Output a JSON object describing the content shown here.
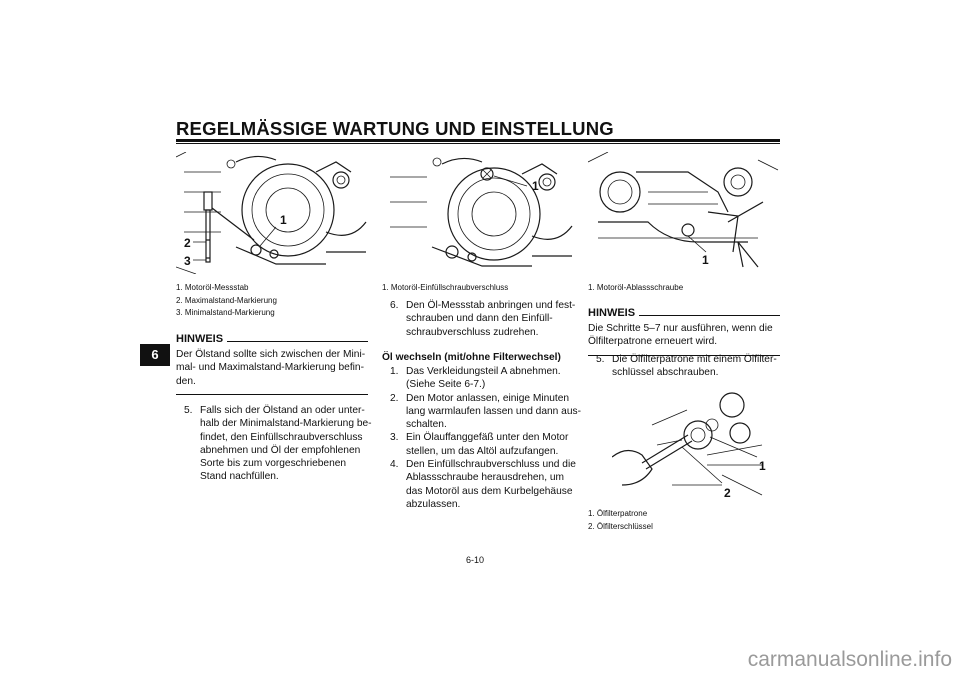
{
  "header": {
    "title": "REGELMÄSSIGE WARTUNG UND EINSTELLUNG"
  },
  "chapter_tab": "6",
  "page_number": "6-10",
  "watermark": "carmanualsonline.info",
  "col1": {
    "figure_labels": [
      "1",
      "2",
      "3"
    ],
    "captions": [
      "1.  Motoröl-Messstab",
      "2.  Maximalstand-Markierung",
      "3.  Minimalstand-Markierung"
    ],
    "hinweis_label": "HINWEIS",
    "hinweis_lines": [
      "Der Ölstand sollte sich zwischen der Mini-",
      "mal- und Maximalstand-Markierung befin-",
      "den."
    ],
    "step5": {
      "num": "5.",
      "lines": [
        "Falls sich der Ölstand an oder unter-",
        "halb der Minimalstand-Markierung be-",
        "findet, den Einfüllschraubverschluss",
        "abnehmen und Öl der empfohlenen",
        "Sorte bis zum vorgeschriebenen",
        "Stand nachfüllen."
      ]
    }
  },
  "col2": {
    "figure_label": "1",
    "captions": [
      "1.  Motoröl-Einfüllschraubverschluss"
    ],
    "step6": {
      "num": "6.",
      "lines": [
        "Den Öl-Messstab anbringen und fest-",
        "schrauben und dann den Einfüll-",
        "schraubverschluss zudrehen."
      ]
    },
    "section_title": "Öl wechseln (mit/ohne Filterwechsel)",
    "steps": [
      {
        "num": "1.",
        "lines": [
          "Das Verkleidungsteil A abnehmen.",
          "(Siehe Seite 6-7.)"
        ]
      },
      {
        "num": "2.",
        "lines": [
          "Den Motor anlassen, einige Minuten",
          "lang warmlaufen lassen und dann aus-",
          "schalten."
        ]
      },
      {
        "num": "3.",
        "lines": [
          "Ein Ölauffanggefäß unter den Motor",
          "stellen, um das Altöl aufzufangen."
        ]
      },
      {
        "num": "4.",
        "lines": [
          "Den Einfüllschraubverschluss und die",
          "Ablassschraube herausdrehen, um",
          "das Motoröl aus dem Kurbelgehäuse",
          "abzulassen."
        ]
      }
    ]
  },
  "col3": {
    "figure1_label": "1",
    "captions1": [
      "1.  Motoröl-Ablassschraube"
    ],
    "hinweis_label": "HINWEIS",
    "hinweis_lines": [
      "Die Schritte 5–7 nur ausführen, wenn die",
      "Ölfilterpatrone erneuert wird."
    ],
    "step5": {
      "num": "5.",
      "lines": [
        "Die Ölfilterpatrone mit einem Ölfilter-",
        "schlüssel abschrauben."
      ]
    },
    "figure2_labels": [
      "1",
      "2"
    ],
    "captions2": [
      "1.  Ölfilterpatrone",
      "2.  Ölfilterschlüssel"
    ]
  }
}
